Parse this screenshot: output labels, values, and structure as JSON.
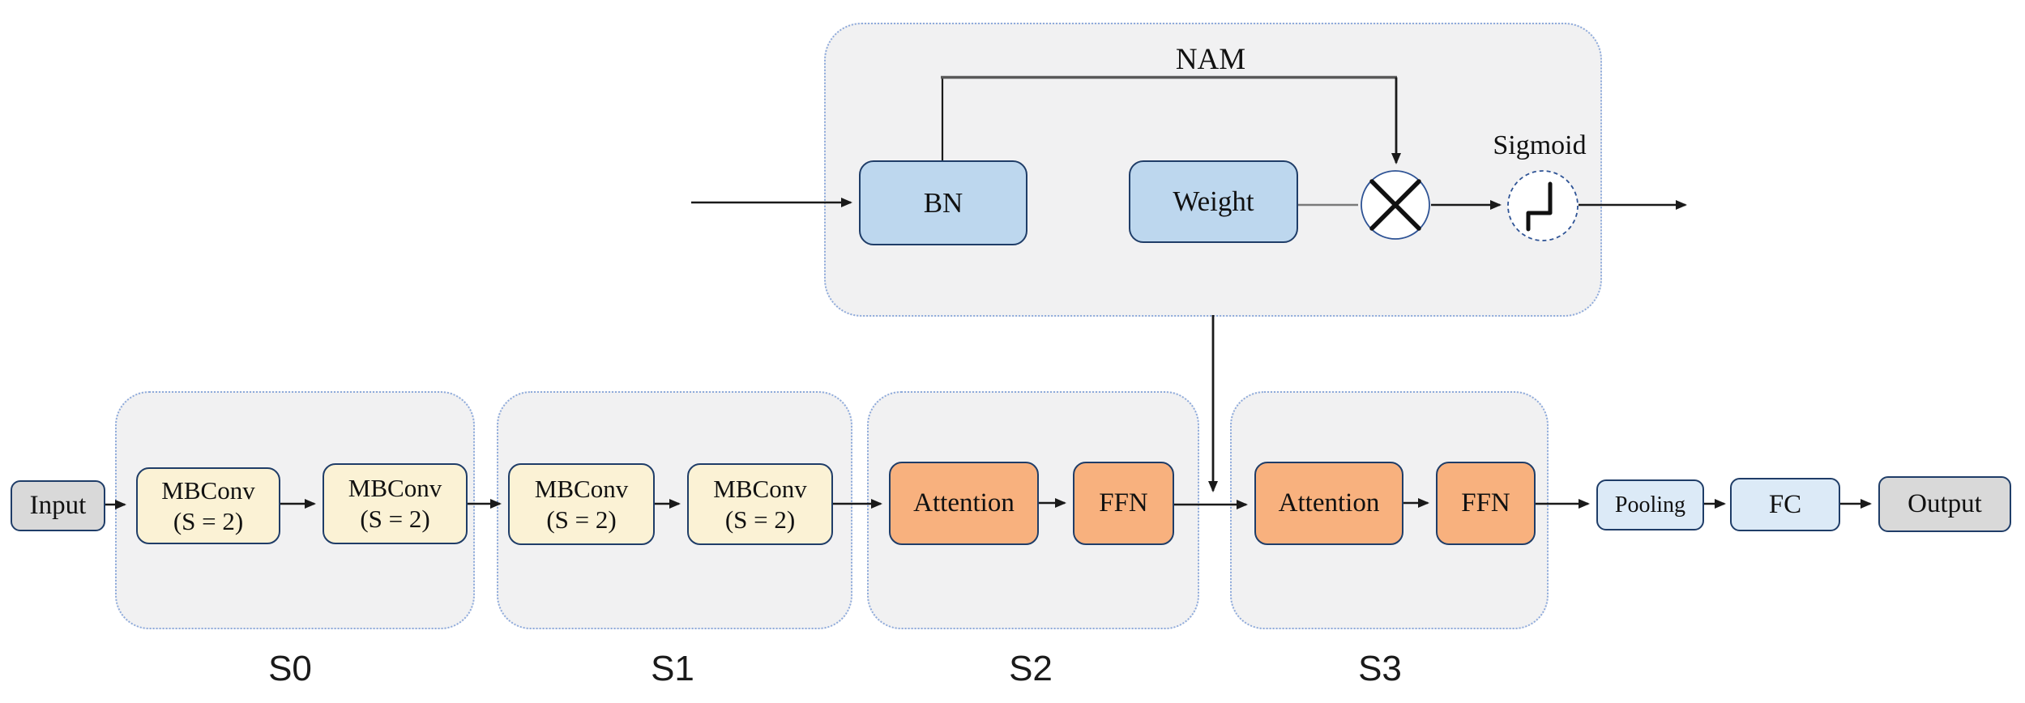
{
  "nam": {
    "title": "NAM",
    "bn": "BN",
    "weight": "Weight",
    "sigmoid": "Sigmoid",
    "multiply_icon": "circled-times-multiply",
    "sigmoid_icon": "step-activation-curve"
  },
  "pipeline": {
    "input": "Input",
    "pooling": "Pooling",
    "fc": "FC",
    "output": "Output",
    "stages": [
      {
        "name": "S0",
        "blocks": [
          {
            "line1": "MBConv",
            "line2": "(S = 2)"
          },
          {
            "line1": "MBConv",
            "line2": "(S = 2)"
          }
        ]
      },
      {
        "name": "S1",
        "blocks": [
          {
            "line1": "MBConv",
            "line2": "(S = 2)"
          },
          {
            "line1": "MBConv",
            "line2": "(S = 2)"
          }
        ]
      },
      {
        "name": "S2",
        "blocks": [
          {
            "label": "Attention"
          },
          {
            "label": "FFN"
          }
        ]
      },
      {
        "name": "S3",
        "blocks": [
          {
            "label": "Attention"
          },
          {
            "label": "FFN"
          }
        ]
      }
    ]
  },
  "colors": {
    "box_border_navy": "#1f3d68",
    "circle_border_navy": "#2e5395",
    "stage_fill": "#f1f1f2",
    "stage_dotted_border": "#8eaadb",
    "mbconv_fill": "#fbf2d5",
    "attention_fill": "#f8b17e",
    "nam_box_fill": "#bdd7ee",
    "head_box_fill": "#dceaf7",
    "io_gray_fill": "#d9d9d9",
    "nam_feedback_line_gray": "#595959",
    "arrow_black": "#1a1a1a"
  }
}
